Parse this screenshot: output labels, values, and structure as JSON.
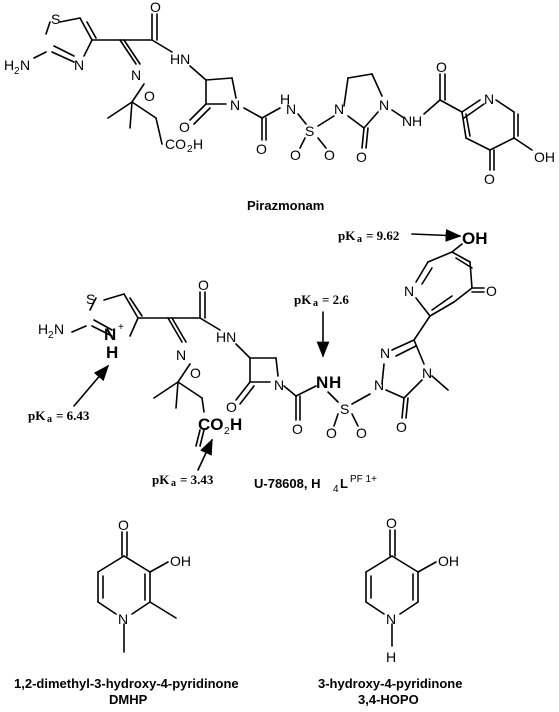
{
  "atoms": {
    "S": "S",
    "N": "N",
    "O": "O",
    "H": "H",
    "NH": "NH",
    "HN": "HN",
    "OH": "OH",
    "H2N": "H",
    "two": "2",
    "CO2H": "CO",
    "CO2H_tail": "H",
    "plus": "+"
  },
  "pirazmonam": {
    "caption": "Pirazmonam"
  },
  "u78608": {
    "caption_main": "U-78608, H",
    "caption_sub4": "4",
    "caption_L": "L",
    "caption_sup": "PF 1+",
    "pka_oh": "= 9.62",
    "pka_nh": "= 2.6",
    "pka_amine": "= 6.43",
    "pka_acid": "= 3.43",
    "pk_label": "pK",
    "pk_sub": "a"
  },
  "dmhp": {
    "caption_line1": "1,2-dimethyl-3-hydroxy-4-pyridinone",
    "caption_line2": "DMHP"
  },
  "hopo": {
    "caption_line1": "3-hydroxy-4-pyridinone",
    "caption_line2": "3,4-HOPO"
  }
}
